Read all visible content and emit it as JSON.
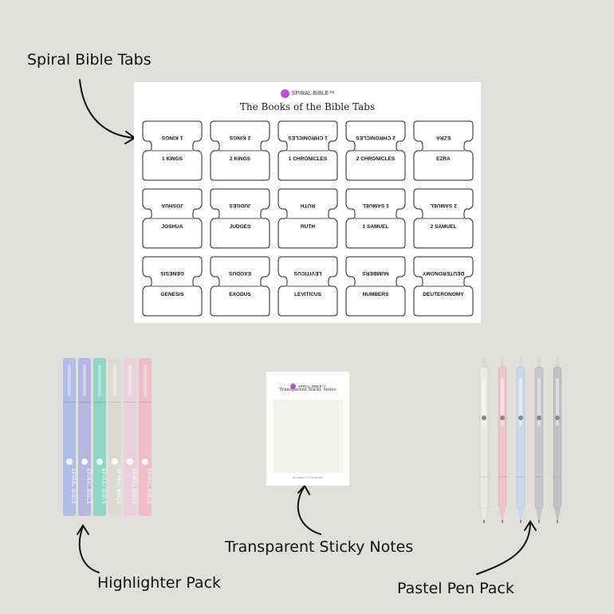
{
  "labels": {
    "tabs": "Spiral Bible Tabs",
    "sticky": "Transparent Sticky Notes",
    "highlighter": "Highlighter Pack",
    "pens": "Pastel Pen Pack"
  },
  "sheet": {
    "brand": "SPIRAL BIBLE™",
    "title": "The Books of the Bible Tabs",
    "rows": [
      [
        "1 KINGS",
        "2 KINGS",
        "1 CHRONICLES",
        "2 CHRONICLES",
        "EZRA"
      ],
      [
        "JOSHUA",
        "JUDGES",
        "RUTH",
        "1 SAMUEL",
        "2 SAMUEL"
      ],
      [
        "GENESIS",
        "EXODUS",
        "LEVITICUS",
        "NUMBERS",
        "DEUTERONOMY"
      ]
    ]
  },
  "highlighters": {
    "brand": "SPIRAL BIBLE",
    "colors": [
      "#aebee6",
      "#b8b6e0",
      "#8fd6c6",
      "#dcdbd2",
      "#ead0dc",
      "#f0bccb"
    ]
  },
  "sticky": {
    "brand": "SPIRAL BIBLE™",
    "title": "Transparent Sticky Notes",
    "footer": "50 SHEETS | 3 x 3 INCHES"
  },
  "pens": {
    "colors": [
      "#ecebe6",
      "#f0c4c6",
      "#c9d9ee",
      "#c6c7cb",
      "#bfc1c4"
    ]
  }
}
